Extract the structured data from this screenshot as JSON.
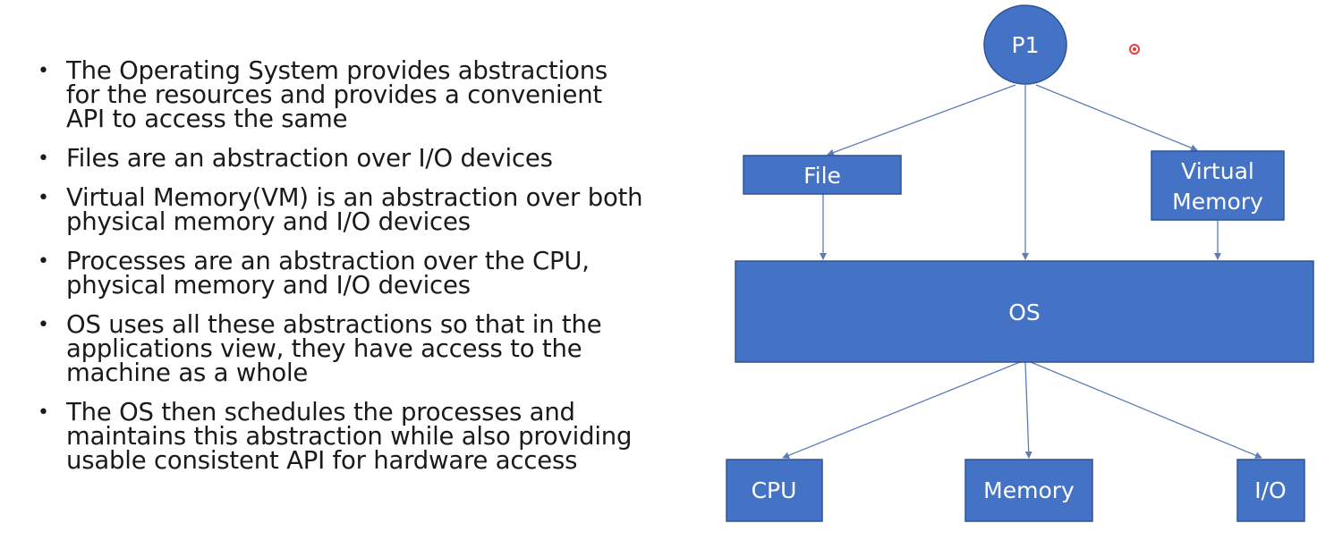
{
  "bullets": [
    "The Operating System provides abstractions for the resources and provides a convenient API to access the same",
    "Files are an abstraction over I/O devices",
    "Virtual Memory(VM) is an abstraction over both physical memory and I/O devices",
    "Processes are an abstraction over the CPU, physical memory and I/O devices",
    "OS uses all these abstractions so that in the applications view, they have access to the machine as a whole",
    "The OS then schedules the processes and maintains this abstraction while also providing usable consistent API for hardware access"
  ],
  "diagram": {
    "process": "P1",
    "file": "File",
    "virtual_memory_line1": "Virtual",
    "virtual_memory_line2": "Memory",
    "os": "OS",
    "cpu": "CPU",
    "memory": "Memory",
    "io": "I/O"
  },
  "colors": {
    "node_fill": "#4472C4",
    "node_stroke": "#2F5597",
    "arrow": "#5B7DB8",
    "cursor_dot": "#E8403A"
  }
}
